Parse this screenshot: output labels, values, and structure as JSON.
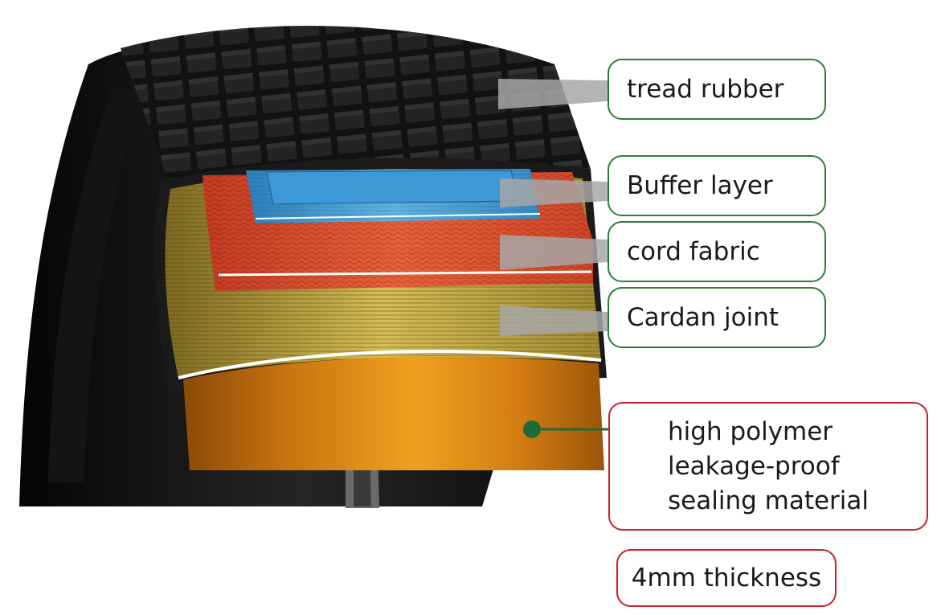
{
  "labels": {
    "tread_rubber": "tread rubber",
    "buffer_layer": "Buffer layer",
    "cord_fabric": "cord fabric",
    "cardan_joint": "Cardan joint",
    "sealing_material": [
      "high polymer",
      "leakage-proof",
      "sealing material"
    ],
    "thickness": "4mm thickness"
  },
  "colors": {
    "label_border_green": "#2e7d3a",
    "label_border_red": "#c8202a",
    "tread": "#1c1c1c",
    "buffer_layer": "#3a9ad8",
    "cord_fabric": "#e0502e",
    "cardan_joint": "#c9b24a",
    "sealant": "#e08a1a",
    "pointer_dot": "#1f6b3a"
  }
}
